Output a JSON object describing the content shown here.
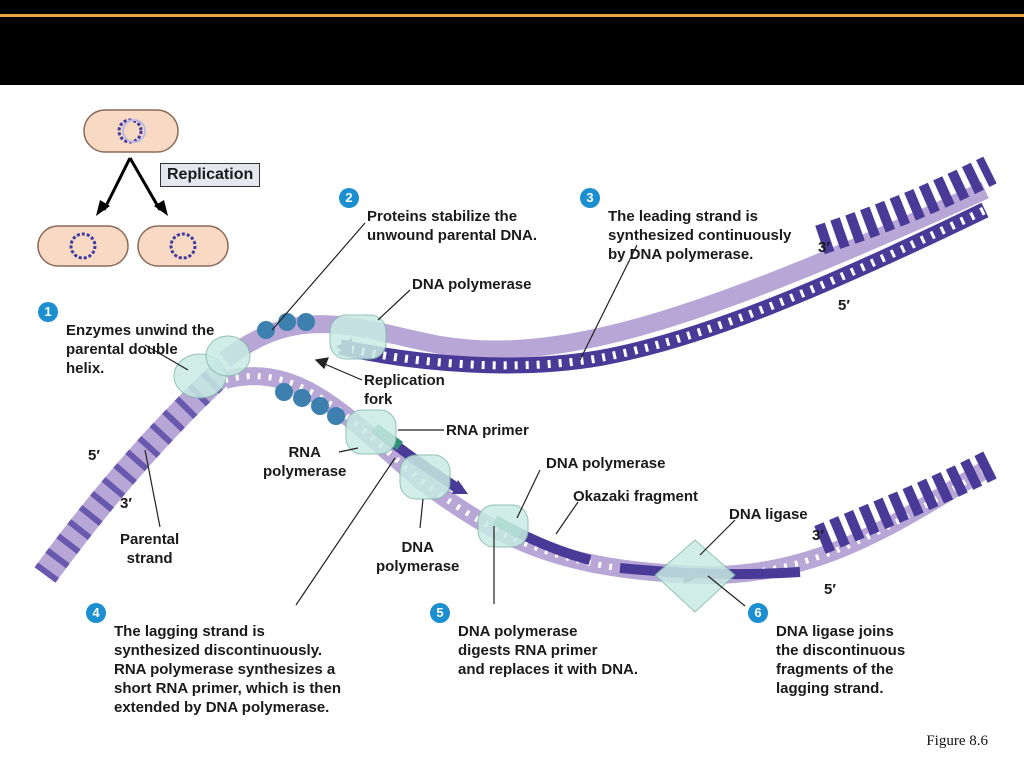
{
  "replication_label": "Replication",
  "steps": [
    {
      "num": "1",
      "text": "Enzymes unwind the\nparental double\nhelix."
    },
    {
      "num": "2",
      "text": "Proteins stabilize the\nunwound parental DNA."
    },
    {
      "num": "3",
      "text": "The leading strand is\nsynthesized continuously\nby DNA polymerase."
    },
    {
      "num": "4",
      "text": "The lagging strand is\nsynthesized discontinuously.\nRNA polymerase synthesizes a\nshort RNA primer, which is then\nextended by DNA polymerase."
    },
    {
      "num": "5",
      "text": "DNA polymerase\ndigests RNA primer\nand replaces it with DNA."
    },
    {
      "num": "6",
      "text": "DNA ligase joins\nthe discontinuous\nfragments of the\nlagging strand."
    }
  ],
  "labels": {
    "dna_polymerase_top": "DNA polymerase",
    "replication_fork": "Replication\nfork",
    "rna_primer": "RNA primer",
    "rna_polymerase": "RNA\npolymerase",
    "dna_polymerase_mid": "DNA polymerase",
    "okazaki_fragment": "Okazaki fragment",
    "dna_ligase": "DNA ligase",
    "dna_polymerase_bottom": "DNA\npolymerase",
    "parental_strand": "Parental\nstrand",
    "five_prime_left": "5′",
    "three_prime_left": "3′",
    "three_prime_top": "3′",
    "five_prime_top": "5′",
    "three_prime_bottom": "3′",
    "five_prime_bottom": "5′"
  },
  "caption": "Figure 8.6",
  "colors": {
    "parental": "#b7a6d6",
    "new_strand": "#4a3a98",
    "primer": "#2f8f78",
    "protein": "#c8ebe3",
    "binding_protein": "#3d7fae",
    "step_badge": "#1b8fd0",
    "cell": "#f7d9c4"
  }
}
